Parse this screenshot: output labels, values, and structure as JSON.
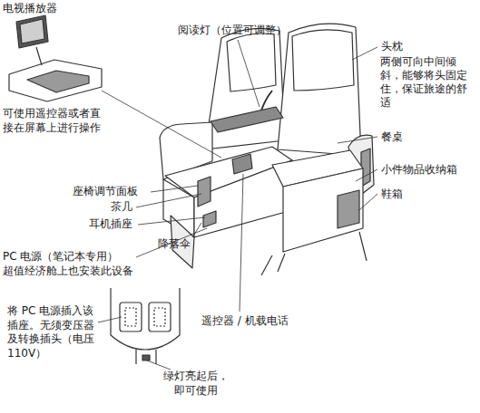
{
  "diagram": {
    "labels": [
      "电视播放器",
      "可使用遥控器或者直接在屏幕上进行操作",
      "阅读灯（位置可调整）",
      "头枕",
      "两侧可向中间倾斜，能够将头固定住，保证旅途的舒适",
      "餐桌",
      "小件物品收纳箱",
      "鞋箱",
      "座椅调节面板",
      "茶几",
      "耳机插座",
      "降落伞",
      "PC 电源（笔记本专用）",
      "超值经济舱上也安装此设备",
      "将 PC 电源插入该插座。无须变压器及转换插头（电压 110V）",
      "遥控器 / 机载电话",
      "绿灯亮起后，即可使用"
    ]
  }
}
